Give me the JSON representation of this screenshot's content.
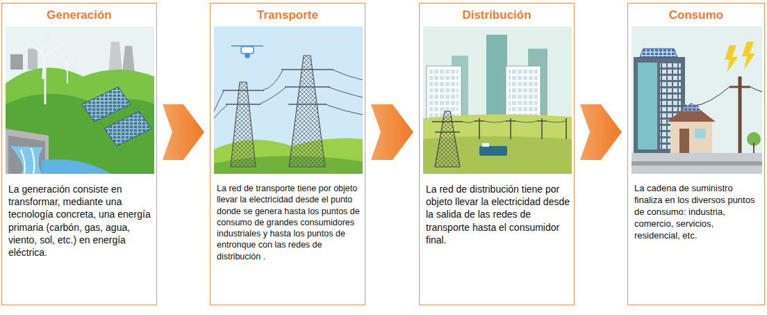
{
  "diagram": {
    "nodes": [
      {
        "text": [
          "Generación",
          "La generación consiste en transformar, mediante una tecnología concreta, una energía primaria (carbón, gas, agua, viento, sol, etc.) en energía eléctrica."
        ]
      },
      {
        "text": [
          "Transporte",
          "La red de transporte tiene por objeto llevar la electricidad desde el punto donde se genera hasta los puntos de consumo de grandes consumidores industriales y hasta los puntos de entronque con las redes de distribución ."
        ]
      },
      {
        "text": [
          "Distribución",
          "La red de distribución tiene por objeto llevar la electricidad desde la salida de las redes de transporte hasta el consumidor final."
        ]
      },
      {
        "text": [
          "Consumo",
          "La cadena de suministro finaliza en los diversos puntos de consumo: industria, comercio, servicios, residencial, etc."
        ]
      }
    ],
    "edges": [
      {
        "from": 0,
        "to": 1,
        "arrow": "to"
      },
      {
        "from": 1,
        "to": 2,
        "arrow": "to"
      },
      {
        "from": 2,
        "to": 3,
        "arrow": "to"
      }
    ]
  }
}
